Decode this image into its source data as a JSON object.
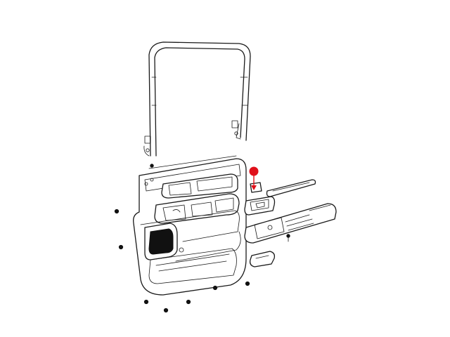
{
  "diagram": {
    "style": "exploded-parts-line-drawing",
    "callout": {
      "color": "#e0101a",
      "target": "door-pull-cup-bezel"
    },
    "parts": [
      {
        "id": "weatherstrip-frame",
        "icon": "door-frame-weatherstrip-icon"
      },
      {
        "id": "door-trim-panel",
        "icon": "door-trim-panel-icon"
      },
      {
        "id": "speaker-grille",
        "icon": "speaker-grille-icon"
      },
      {
        "id": "door-pull-cup-bezel",
        "icon": "pull-cup-bezel-icon"
      },
      {
        "id": "applique-strip",
        "icon": "applique-strip-icon"
      },
      {
        "id": "armrest",
        "icon": "armrest-icon"
      },
      {
        "id": "courtesy-lamp",
        "icon": "courtesy-lamp-icon"
      },
      {
        "id": "push-pin-fasteners",
        "icon": "push-pin-icon",
        "count": 8
      },
      {
        "id": "screw",
        "icon": "screw-icon"
      }
    ]
  }
}
